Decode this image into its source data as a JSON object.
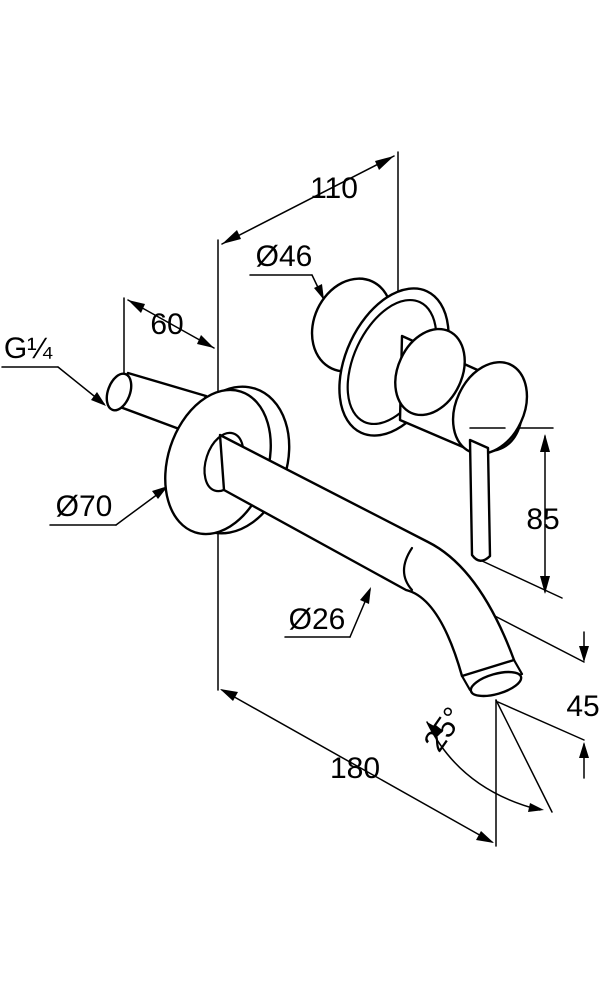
{
  "dimensions": {
    "overall_depth": "110",
    "lever_diameter": "Ø46",
    "thread": "G¼",
    "rough_in_depth": "60",
    "rosette_diameter": "Ø70",
    "spout_diameter": "Ø26",
    "lever_height": "85",
    "outlet_height": "45",
    "outlet_angle": "25°",
    "projection": "180"
  }
}
